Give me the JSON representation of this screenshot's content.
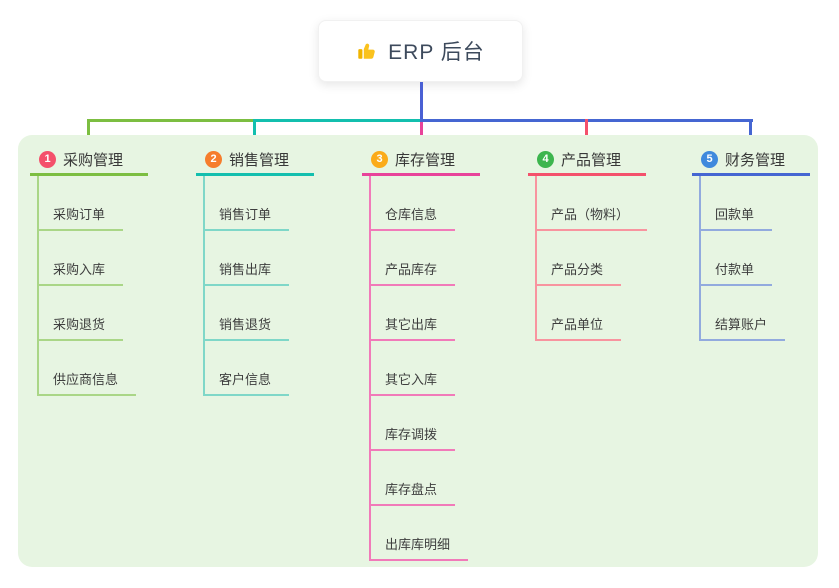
{
  "root": {
    "title": "ERP 后台",
    "icon": "thumbs-up-icon"
  },
  "colors": {
    "panel_bg": "#e7f5e2",
    "root_link": "#4a60d4"
  },
  "branches": [
    {
      "badge": "1",
      "label": "采购管理",
      "color": "#7cbe41",
      "child_color": "#aad687",
      "badge_color": "#f4506b",
      "children": [
        "采购订单",
        "采购入库",
        "采购退货",
        "供应商信息"
      ]
    },
    {
      "badge": "2",
      "label": "销售管理",
      "color": "#13bfae",
      "child_color": "#7fd7c8",
      "badge_color": "#f67d2c",
      "children": [
        "销售订单",
        "销售出库",
        "销售退货",
        "客户信息"
      ]
    },
    {
      "badge": "3",
      "label": "库存管理",
      "color": "#e8439a",
      "child_color": "#f17ab9",
      "badge_color": "#fbab19",
      "children": [
        "仓库信息",
        "产品库存",
        "其它出库",
        "其它入库",
        "库存调拨",
        "库存盘点",
        "出库库明细"
      ]
    },
    {
      "badge": "4",
      "label": "产品管理",
      "color": "#f4516c",
      "child_color": "#f8949f",
      "badge_color": "#3db54e",
      "children": [
        "产品（物料）",
        "产品分类",
        "产品单位"
      ]
    },
    {
      "badge": "5",
      "label": "财务管理",
      "color": "#4566d2",
      "child_color": "#92aade",
      "badge_color": "#3f89dd",
      "children": [
        "回款单",
        "付款单",
        "结算账户"
      ]
    }
  ]
}
